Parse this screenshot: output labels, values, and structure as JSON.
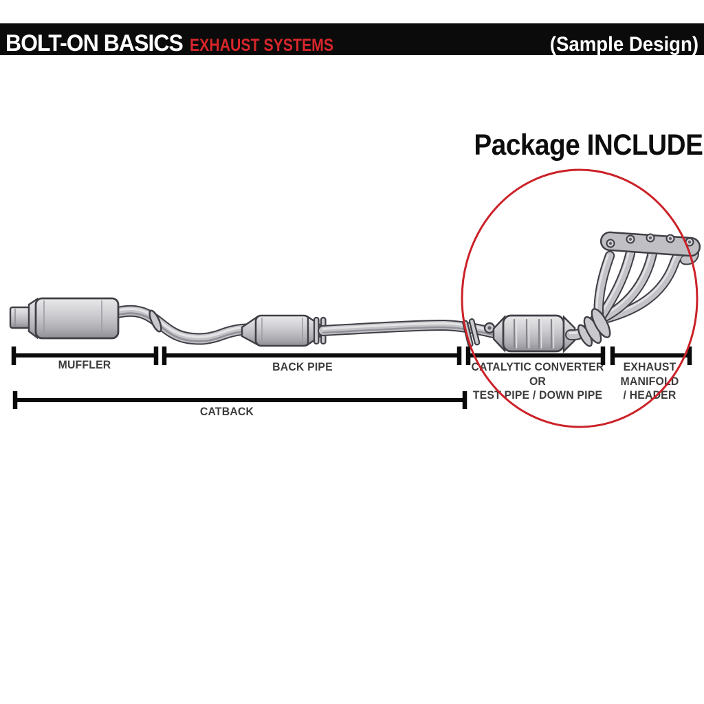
{
  "header_bar": {
    "title": "BOLT-ON BASICS",
    "subtitle": "EXHAUST SYSTEMS",
    "note": "(Sample Design)",
    "bg_color": "#0b0b0b",
    "title_color": "#ffffff",
    "subtitle_color": "#d8262b",
    "note_color": "#ffffff"
  },
  "callout": {
    "heading": "Package INCLUDE",
    "heading_color": "#0d0d0d",
    "circle_color": "#cc2128"
  },
  "diagram": {
    "bracket_color": "#0a0a0a",
    "label_color": "#3c3c3c",
    "metal_color": "#c3c3c8",
    "outline_color": "#3f3f46",
    "sections": [
      {
        "name": "muffler",
        "label": "MUFFLER"
      },
      {
        "name": "back-pipe",
        "label": "BACK PIPE"
      },
      {
        "name": "catalytic-converter",
        "lines": [
          "CATALYTIC CONVERTER",
          "OR",
          "TEST PIPE / DOWN PIPE"
        ]
      },
      {
        "name": "exhaust-manifold",
        "lines": [
          "EXHAUST",
          "MANIFOLD",
          "/ HEADER"
        ]
      }
    ],
    "catback_label": "CATBACK"
  }
}
